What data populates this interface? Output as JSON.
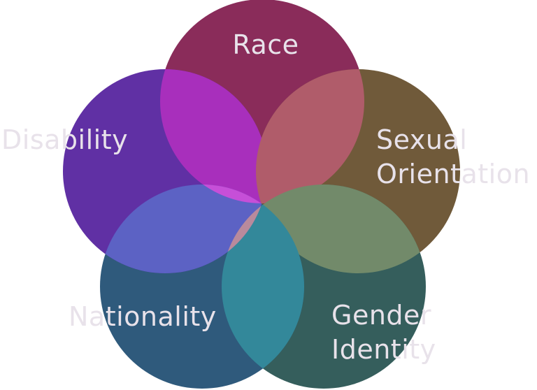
{
  "diagram": {
    "type": "five-set-overlap",
    "circles": [
      {
        "id": "race",
        "label_lines": [
          "Race"
        ],
        "color": "#8a2c5a"
      },
      {
        "id": "sexual-orientation",
        "label_lines": [
          "Sexual",
          "Orientation"
        ],
        "color": "#705a3a"
      },
      {
        "id": "gender-identity",
        "label_lines": [
          "Gender",
          "Identity"
        ],
        "color": "#355e5c"
      },
      {
        "id": "nationality",
        "label_lines": [
          "Nationality"
        ],
        "color": "#2f5a7c"
      },
      {
        "id": "disability",
        "label_lines": [
          "Disability"
        ],
        "color": "#6030a4"
      }
    ],
    "overlap_colors": {
      "race_disability": "#a82fbc",
      "race_sexual-orientation": "#b05c6a",
      "sexual-orientation_gender-identity": "#728a6a",
      "gender-identity_nationality": "#33889a",
      "nationality_disability": "#5c62c4",
      "race_nationality": "#c64fd8",
      "disability_gender-identity": "#b98a9c"
    },
    "label_color": "#e8e2ea"
  }
}
